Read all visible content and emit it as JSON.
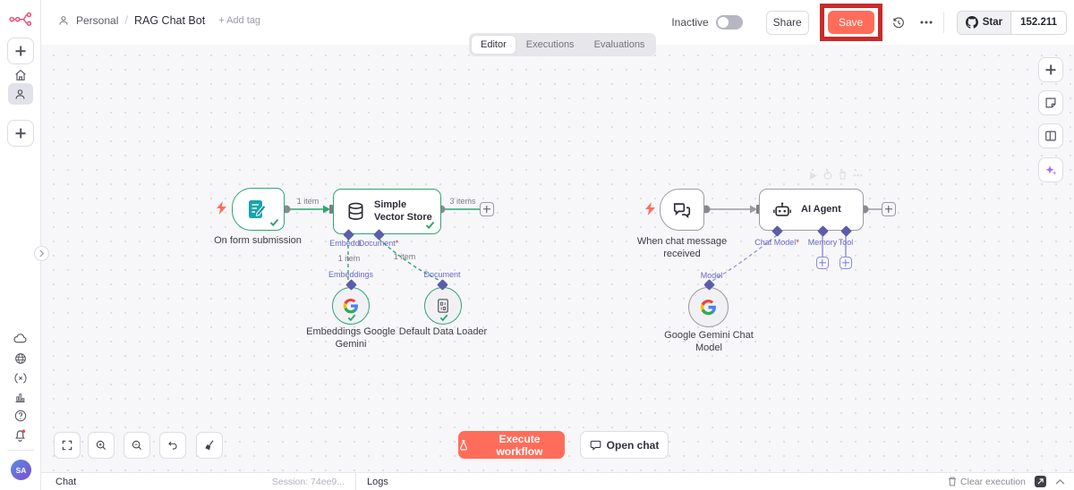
{
  "user": {
    "initials": "SA"
  },
  "header": {
    "project": "Personal",
    "separator": "/",
    "workflow_title": "RAG Chat Bot",
    "add_tag": "+ Add tag",
    "activation_status": "Inactive",
    "share": "Share",
    "save": "Save",
    "github": {
      "star": "Star",
      "count": "152.211"
    }
  },
  "tabs": {
    "editor": "Editor",
    "executions": "Executions",
    "evaluations": "Evaluations"
  },
  "canvas": {
    "required_marker": "*",
    "form_trigger": {
      "label": "On form submission"
    },
    "conn_form_vector": "1 item",
    "vector_store": {
      "title": "Simple Vector Store",
      "out_items": "3 items",
      "port_embedding": "Embeddi",
      "port_document": "Document",
      "branch_embeddings": "1 item",
      "branch_document": "1 item"
    },
    "embeddings": {
      "port": "Embeddings",
      "label": "Embeddings Google Gemini"
    },
    "data_loader": {
      "port": "Document",
      "label": "Default Data Loader"
    },
    "chat_trigger": {
      "label": "When chat message received"
    },
    "agent": {
      "title": "AI Agent",
      "port_chat_model": "Chat Model",
      "port_memory": "Memory",
      "port_tool": "Tool"
    },
    "chat_model": {
      "port": "Model",
      "label": "Google Gemini Chat Model"
    }
  },
  "footer_toolbar": {
    "execute": "Execute workflow",
    "open_chat": "Open chat"
  },
  "logs_bar": {
    "chat_tab": "Chat",
    "session": "Session: 74ee9...",
    "logs_tab": "Logs",
    "clear": "Clear execution"
  },
  "colors": {
    "accent": "#ff6d5a",
    "brand_pink": "#ea4b71",
    "success_green": "#2fa571",
    "connector_purple": "#5c5cad",
    "annotation_red": "#c92a2a"
  }
}
